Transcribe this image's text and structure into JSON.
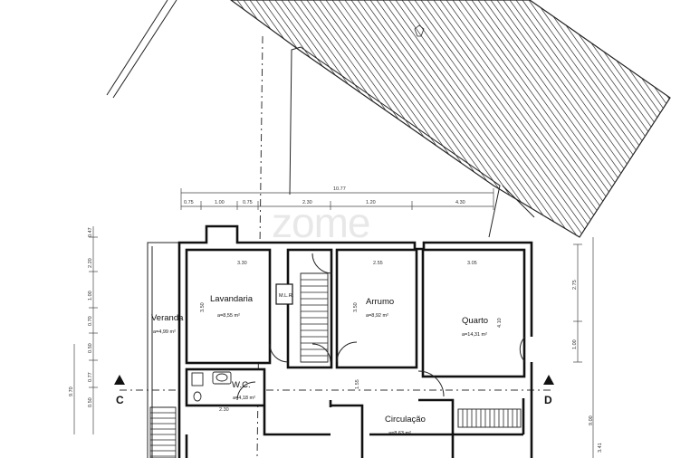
{
  "watermark": "zome",
  "rooms": [
    {
      "name": "Lavandaria",
      "area": "a=8,55 m²"
    },
    {
      "name": "Arrumo",
      "area": "a=8,92 m²"
    },
    {
      "name": "Quarto",
      "area": "a=14,31 m²"
    },
    {
      "name": "Veranda",
      "area": "a=4,99 m²"
    },
    {
      "name": "W.C.",
      "area": "a=4,18 m²"
    },
    {
      "name": "Circulação",
      "area": "a=8,63 m²"
    }
  ],
  "labels": {
    "mla": "M.L.R."
  },
  "section_marks": [
    "C",
    "D"
  ],
  "dimensions": {
    "top_total": "10.77",
    "top_segments": [
      "0.75",
      "1.00",
      "0.75",
      "2.30",
      "1.20",
      "4.30"
    ],
    "room_widths": [
      "3.30",
      "2.55",
      "3.05"
    ],
    "room_heights": [
      "3.50",
      "3.50",
      "4.10"
    ],
    "left_stack": [
      "0.47",
      "2.20",
      "1.00",
      "0.70",
      "0.50",
      "0.77",
      "0.50"
    ],
    "left_total": "9.70",
    "right_stack": [
      "2.75",
      "1.00"
    ],
    "right_outer": [
      "3.41",
      "9.00"
    ],
    "wc_dim": "2.30",
    "circ_dim": "1.55"
  }
}
